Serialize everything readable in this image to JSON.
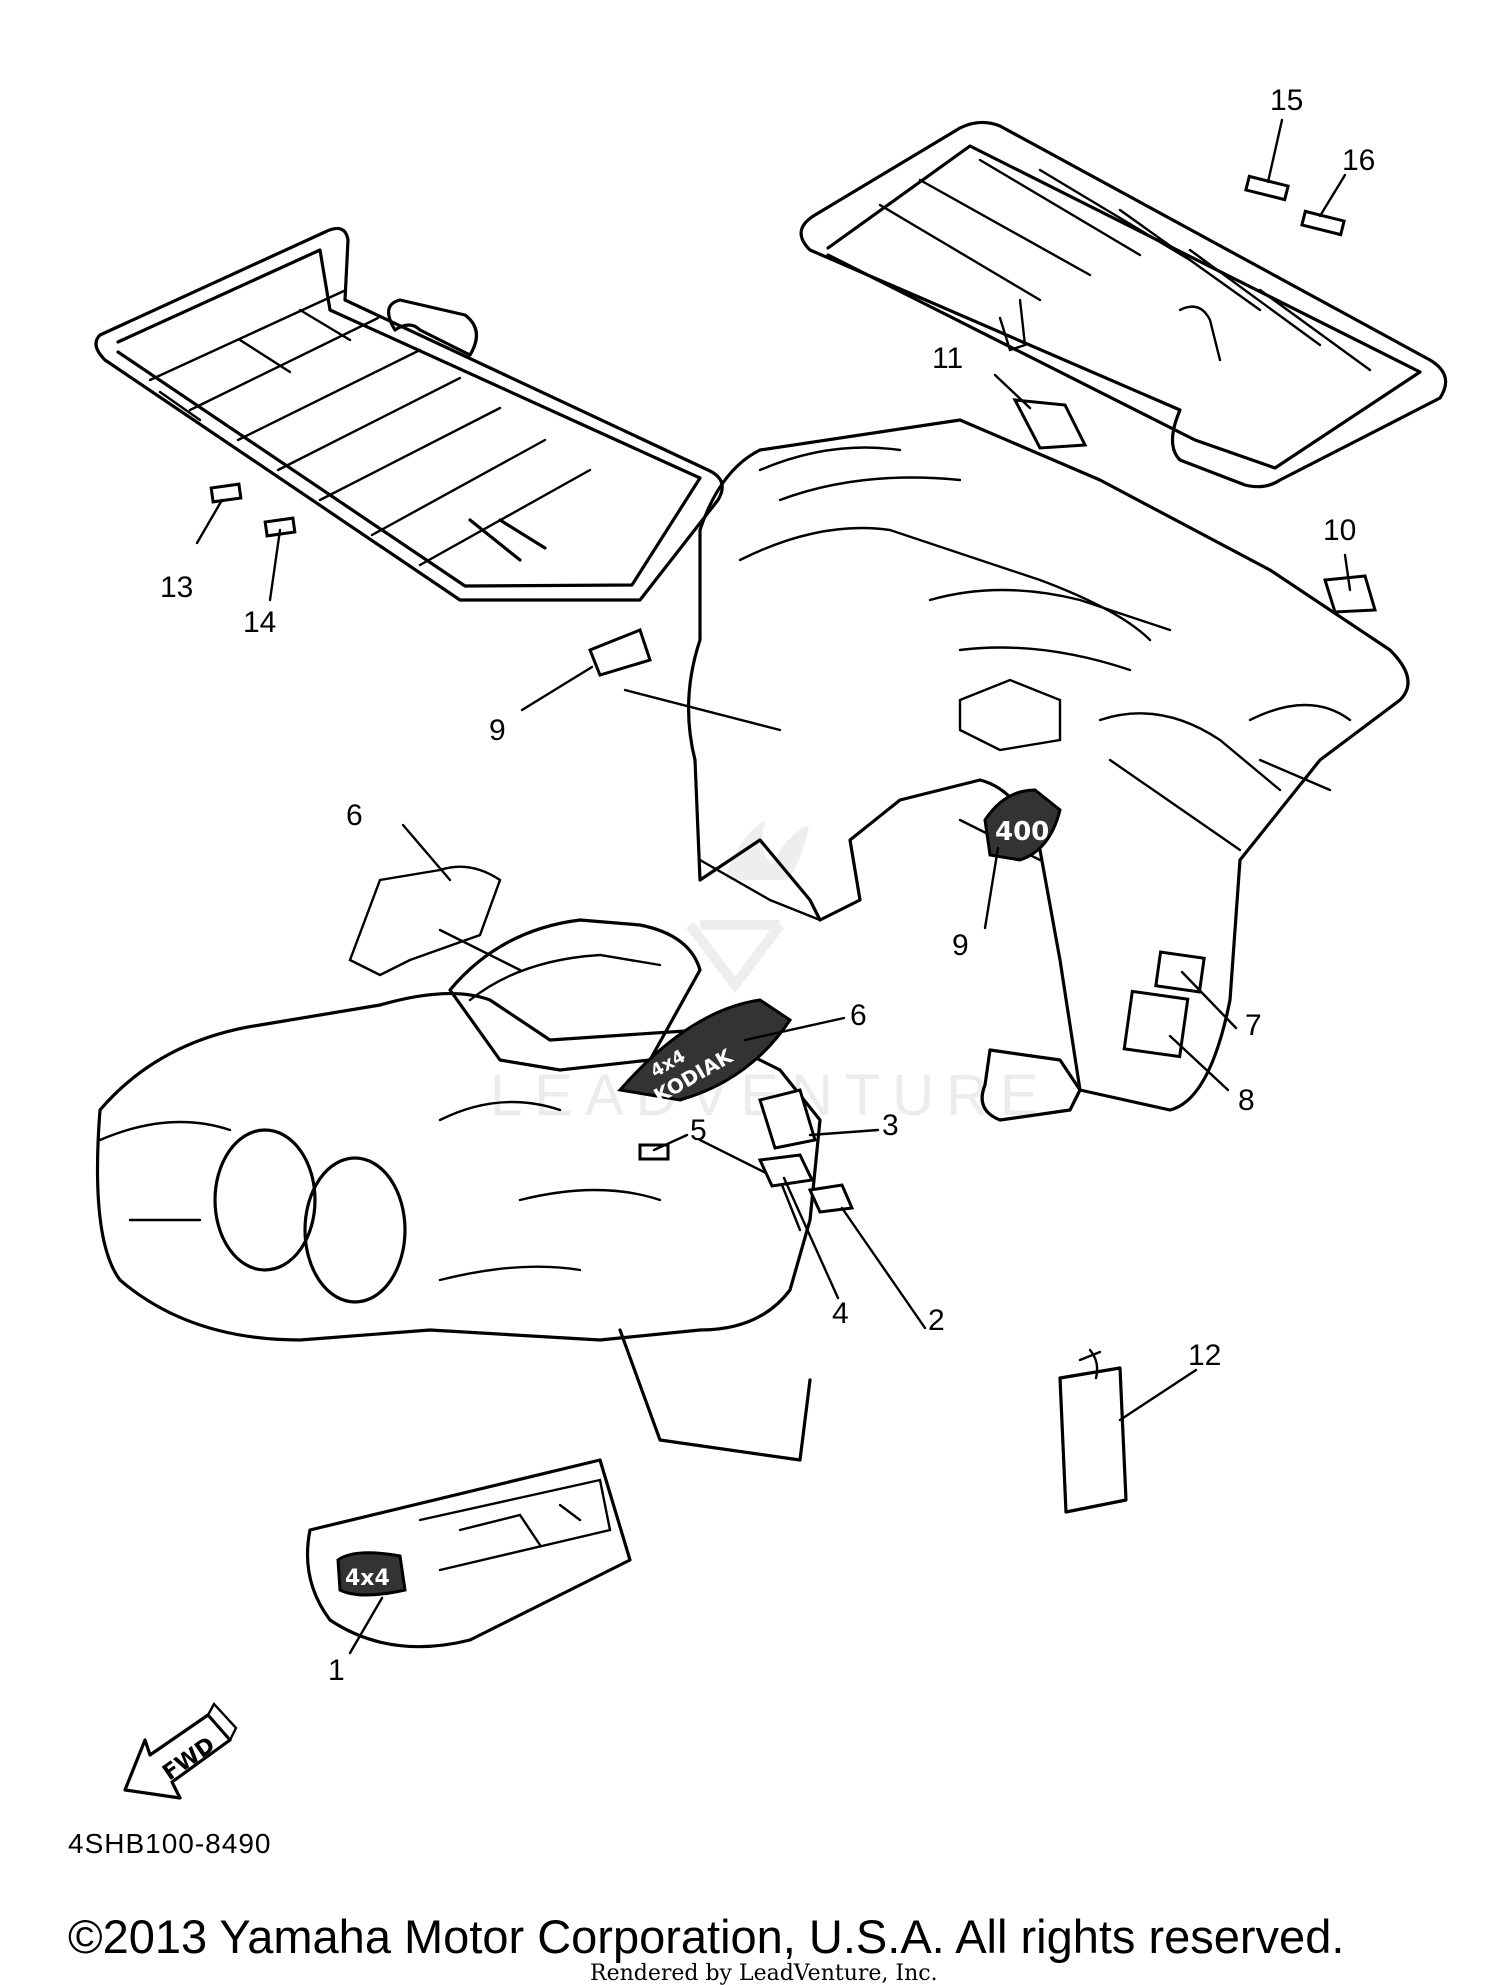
{
  "diagram": {
    "part_code": "4SHB100-8490",
    "copyright": "©2013 Yamaha Motor Corporation, U.S.A. All rights reserved.",
    "rendered_by": "Rendered by LeadVenture, Inc.",
    "watermark": "LEADVENTURE",
    "fwd_label": "FWD",
    "emblems": {
      "front_badge": "4x4",
      "side_badge": "400",
      "hood_badge_top": "4x4",
      "hood_badge_bottom": "KODIAK"
    },
    "callouts": [
      "1",
      "2",
      "3",
      "4",
      "5",
      "6",
      "6",
      "7",
      "8",
      "9",
      "9",
      "10",
      "11",
      "12",
      "13",
      "14",
      "15",
      "16"
    ]
  }
}
